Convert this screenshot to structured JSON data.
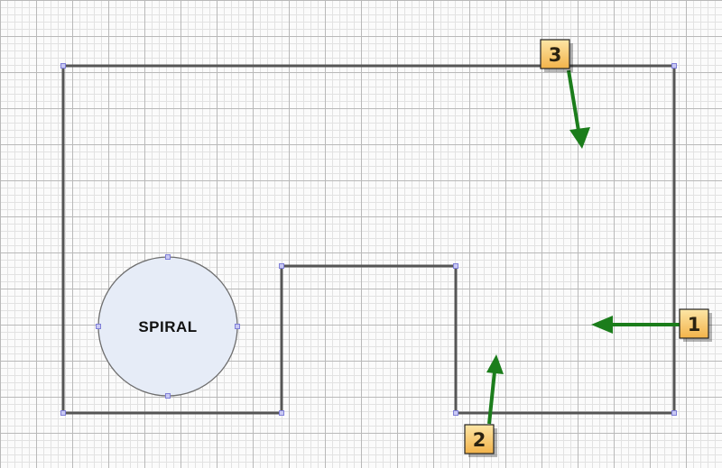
{
  "diagram": {
    "shape_label": "SPIRAL",
    "markers": [
      {
        "label": "1"
      },
      {
        "label": "2"
      },
      {
        "label": "3"
      }
    ]
  },
  "colors": {
    "wall": "#555555",
    "arrow": "#1b7d1b",
    "badge_fill_top": "#fde6a6",
    "badge_fill_bottom": "#f2b34a",
    "spiral_fill": "#e6ecf7",
    "handle": "#c9c9f3"
  }
}
